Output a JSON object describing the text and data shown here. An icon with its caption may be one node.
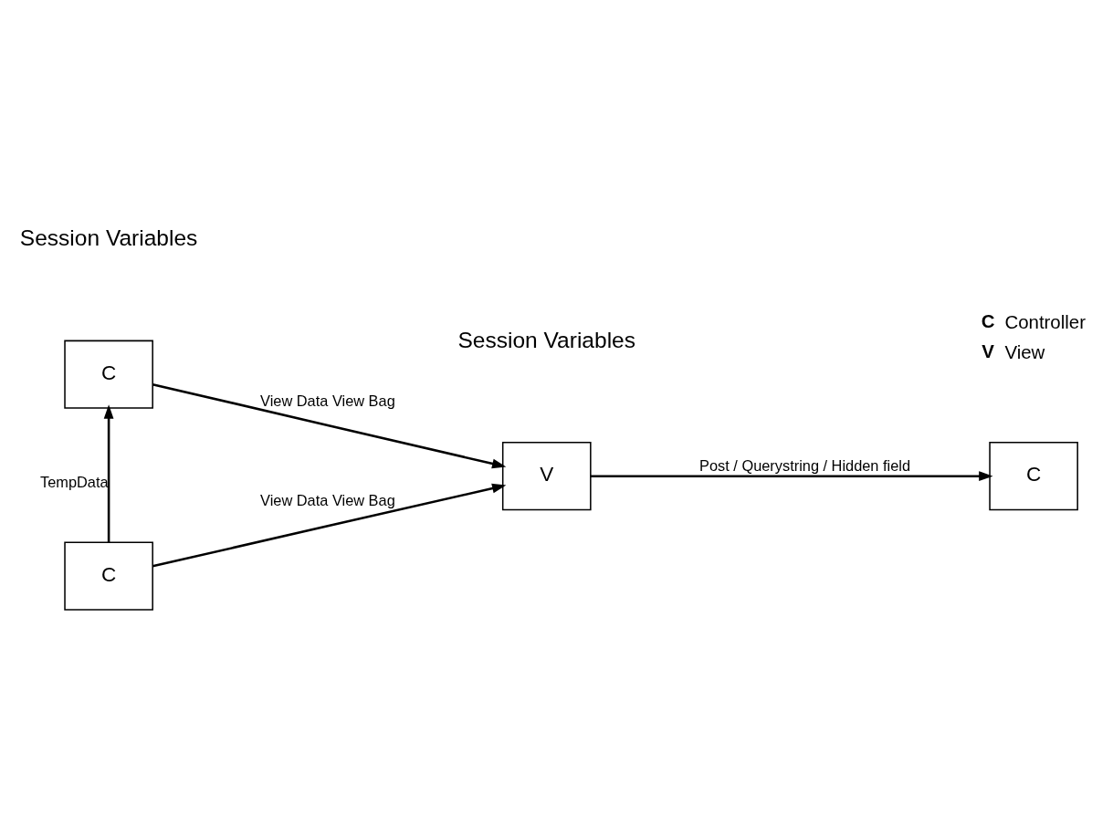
{
  "diagram": {
    "nodes": [
      {
        "text": [
          "C"
        ]
      },
      {
        "text": [
          "C"
        ]
      },
      {
        "text": [
          "V"
        ]
      },
      {
        "text": [
          "C"
        ]
      }
    ],
    "edges": [
      {
        "from": 1,
        "to": 0,
        "arrow": "to",
        "label": "TempData"
      },
      {
        "from": 0,
        "to": 2,
        "arrow": "to",
        "label": "View Data View Bag"
      },
      {
        "from": 1,
        "to": 2,
        "arrow": "to",
        "label": "View Data View Bag"
      },
      {
        "from": 2,
        "to": 3,
        "arrow": "to",
        "label": "Post / Querystring / Hidden field"
      }
    ],
    "labels": [
      "C",
      "Controller",
      "V",
      "View",
      "Session Variables",
      "Session Variables"
    ]
  }
}
